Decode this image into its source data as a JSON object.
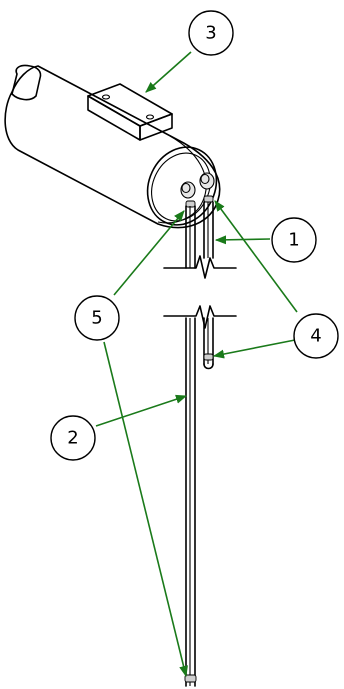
{
  "callouts": {
    "c1": {
      "label": "1"
    },
    "c2": {
      "label": "2"
    },
    "c3": {
      "label": "3"
    },
    "c4": {
      "label": "4"
    },
    "c5": {
      "label": "5"
    }
  },
  "colors": {
    "leader": "#1a7a1a",
    "ink": "#000000",
    "background": "#ffffff"
  }
}
